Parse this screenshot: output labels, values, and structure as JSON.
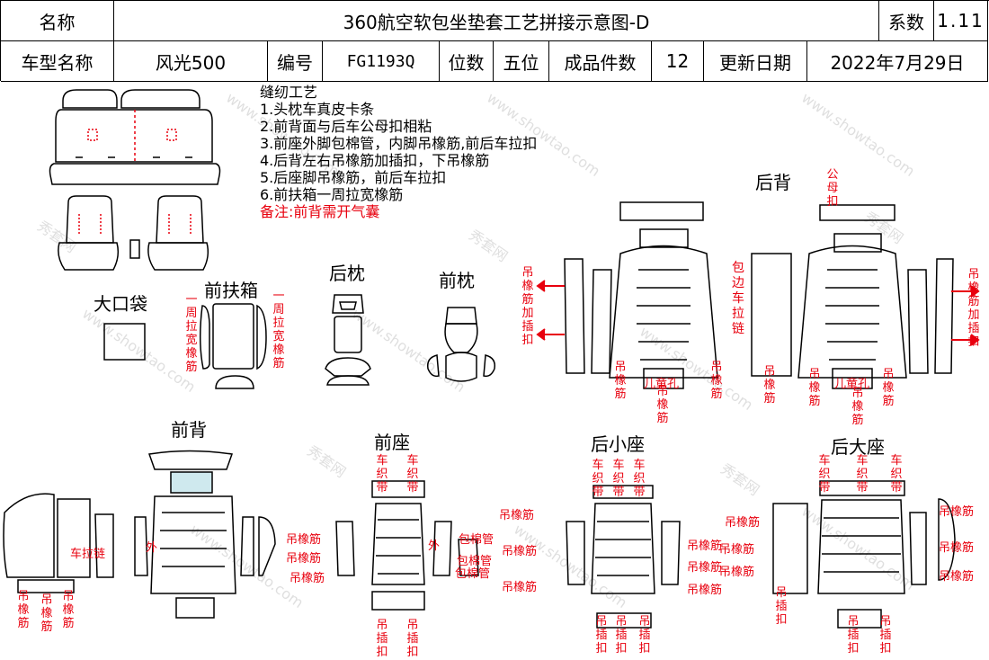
{
  "header": {
    "name_label": "名称",
    "title": "360航空软包坐垫套工艺拼接示意图-D",
    "series_label": "系数",
    "series_value": "1.11",
    "model_label": "车型名称",
    "model_value": "风光500",
    "code_label": "编号",
    "code_value": "FG1193Q",
    "seats_label": "位数",
    "seats_value": "五位",
    "pieces_label": "成品件数",
    "pieces_value": "12",
    "date_label": "更新日期",
    "date_value": "2022年7月29日"
  },
  "process": {
    "title": "缝纫工艺",
    "steps": [
      "1.头枕车真皮卡条",
      "2.前背面与后车公母扣相粘",
      "3.前座外脚包棉管，内脚吊橡筋,前后车拉扣",
      "4.后背左右吊橡筋加插扣，下吊橡筋",
      "5.后座脚吊橡筋，前后车拉扣",
      "6.前扶箱一周拉宽橡筋"
    ],
    "note": "备注:前背需开气囊"
  },
  "sections": {
    "big_pocket": "大口袋",
    "front_armrest": "前扶箱",
    "rear_headrest": "后枕",
    "front_headrest": "前枕",
    "rear_back": "后背",
    "front_back": "前背",
    "front_seat": "前座",
    "rear_small_seat": "后小座",
    "rear_big_seat": "后大座"
  },
  "annotations": {
    "zhou_la_kuan_xiangjin": "一周拉宽橡筋",
    "diao_xiangjin": "吊橡筋",
    "diao_xiangjin_jia_chakou": "吊橡筋加插扣",
    "gong_mu_kou": "公母扣",
    "bao_bian_che_lalian": "包边车拉链",
    "er_tong_kong": "儿童孔",
    "che_la_lian": "车拉链",
    "wai": "外",
    "che_zhi_dai": "车织带",
    "bao_mian_guan": "包棉管",
    "diao_chakou": "吊插扣"
  },
  "watermark": {
    "text_cn": "秀套网",
    "text_en": "www.showtao.com"
  },
  "colors": {
    "annotation_red": "#e8000e",
    "line": "#000000",
    "watermark": "#c6c6c6"
  }
}
